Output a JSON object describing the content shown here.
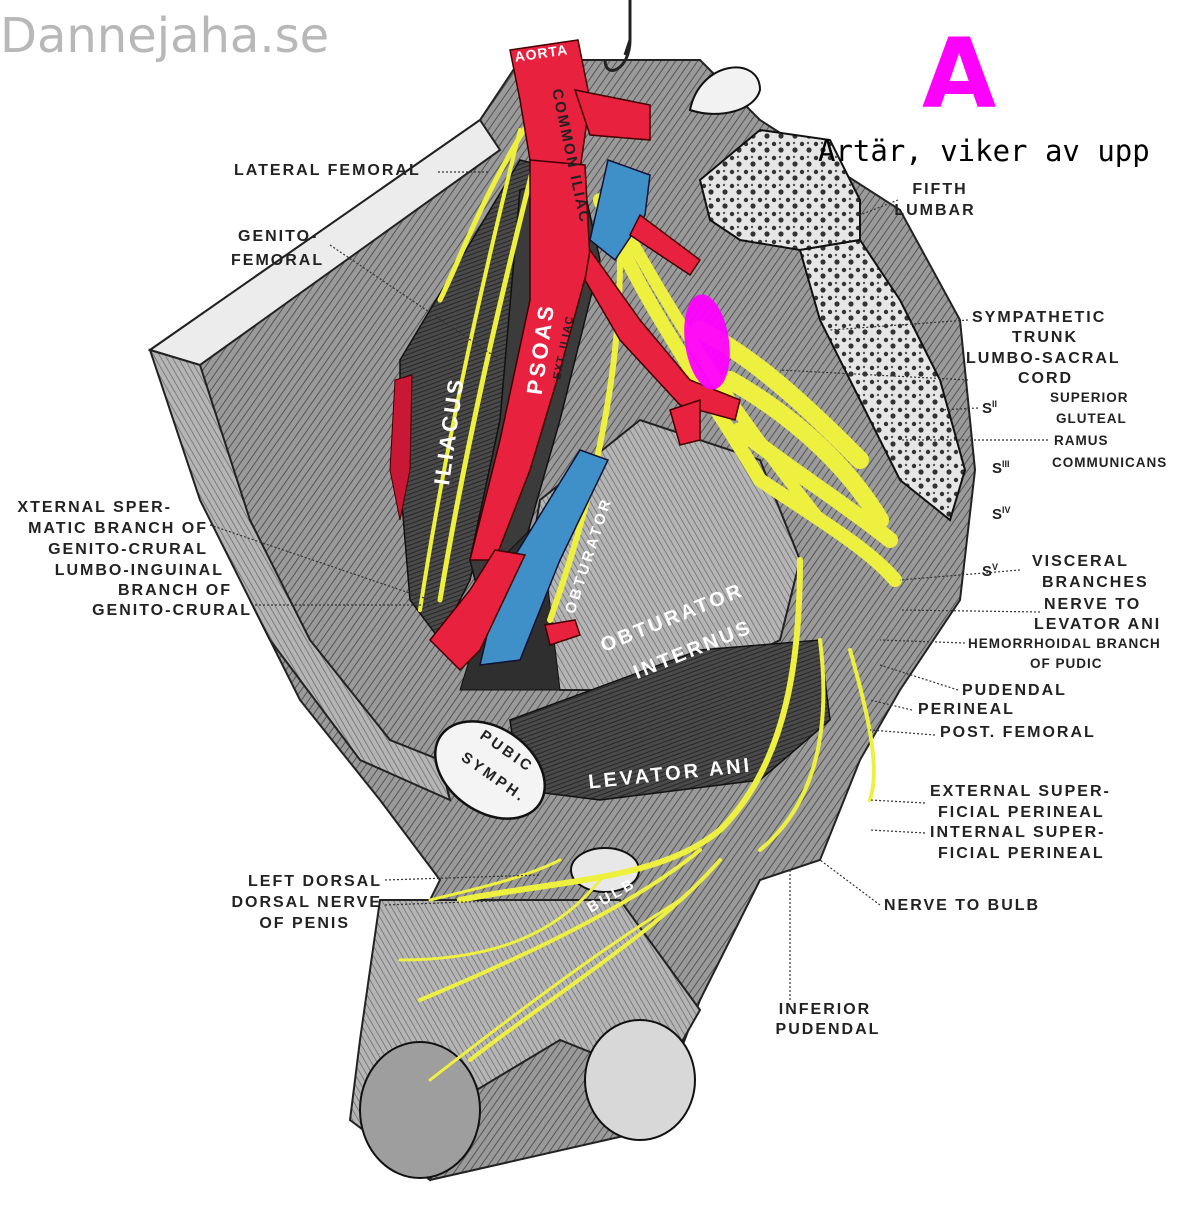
{
  "watermark": "Dannejaha.se",
  "marker": {
    "letter": "A",
    "caption": "Artär, viker av upp",
    "color": "#ff00ff"
  },
  "colors": {
    "artery": "#e8213f",
    "vein": "#3f8fc8",
    "nerve": "#eef040",
    "tissue": "#8a8a8a",
    "bone": "#d9d9d9"
  },
  "labels": {
    "aorta": "AORTA",
    "common_iliac": "COMMON ILIAC",
    "ext_iliac": "EXT. ILIAC",
    "lateral_femoral": "LATERAL FEMORAL",
    "genito_femoral_1": "GENITO-",
    "genito_femoral_2": "FEMORAL",
    "fifth_lumbar_1": "FIFTH",
    "fifth_lumbar_2": "LUMBAR",
    "sympathetic_1": "SYMPATHETIC",
    "sympathetic_2": "TRUNK",
    "lumbo_sacral_1": "LUMBO-SACRAL",
    "lumbo_sacral_2": "CORD",
    "s2": "S",
    "s2_sup": "II",
    "superior_gluteal_1": "SUPERIOR",
    "superior_gluteal_2": "GLUTEAL",
    "ramus_1": "RAMUS",
    "ramus_2": "COMMUNICANS",
    "s3": "S",
    "s3_sup": "III",
    "s4": "S",
    "s4_sup": "IV",
    "s5": "S",
    "s5_sup": "V",
    "visceral_1": "VISCERAL",
    "visceral_2": "BRANCHES",
    "levator_nerve_1": "NERVE TO",
    "levator_nerve_2": "LEVATOR ANI",
    "hemorrhoidal_1": "HEMORRHOIDAL BRANCH",
    "hemorrhoidal_2": "OF PUDIC",
    "pudendal": "PUDENDAL",
    "perineal": "PERINEAL",
    "post_femoral": "POST. FEMORAL",
    "ext_superficial_1": "EXTERNAL SUPER-",
    "ext_superficial_2": "FICIAL PERINEAL",
    "int_superficial_1": "INTERNAL SUPER-",
    "int_superficial_2": "FICIAL PERINEAL",
    "nerve_to_bulb": "NERVE TO BULB",
    "inferior_pudendal_1": "INFERIOR",
    "inferior_pudendal_2": "PUDENDAL",
    "left_dorsal_1": "LEFT DORSAL",
    "left_dorsal_2": "DORSAL NERVE",
    "left_dorsal_3": "OF PENIS",
    "external_spermatic_1": "XTERNAL SPER-",
    "external_spermatic_2": "MATIC BRANCH OF",
    "external_spermatic_3": "GENITO-CRURAL",
    "lumbo_inguinal_1": "LUMBO-INGUINAL",
    "lumbo_inguinal_2": "BRANCH OF",
    "lumbo_inguinal_3": "GENITO-CRURAL",
    "iliacus": "ILIACUS",
    "psoas": "PSOAS",
    "obturator": "OBTURATOR",
    "obturator_internus_1": "OBTURATOR",
    "obturator_internus_2": "INTERNUS",
    "levator_ani": "LEVATOR ANI",
    "pubic_symph_1": "PUBIC",
    "pubic_symph_2": "SYMPH.",
    "bulb": "BULB"
  }
}
